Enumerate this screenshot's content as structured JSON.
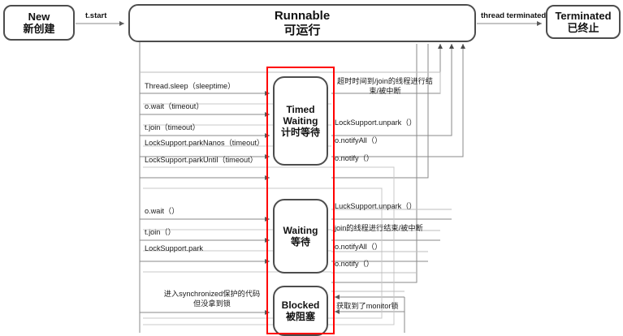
{
  "diagram": {
    "title_semantic": "java-thread-state-transition-diagram",
    "highlight_color": "#ff0000",
    "line_color": "#7a7a7a",
    "node_border_color": "#4d4d4d"
  },
  "states": {
    "new": {
      "en": "New",
      "zh": "新创建"
    },
    "runnable": {
      "en": "Runnable",
      "zh": "可运行"
    },
    "terminated": {
      "en": "Terminated",
      "zh": "已终止"
    },
    "timed_waiting": {
      "en": "Timed\nWaiting",
      "en_line1": "Timed",
      "en_line2": "Waiting",
      "zh": "计时等待"
    },
    "waiting": {
      "en": "Waiting",
      "zh": "等待"
    },
    "blocked": {
      "en": "Blocked",
      "zh": "被阻塞"
    }
  },
  "top_transitions": [
    {
      "id": "t-start",
      "label": "t.start",
      "from": "new",
      "to": "runnable"
    },
    {
      "id": "thread-terminated",
      "label": "thread terminated",
      "from": "runnable",
      "to": "terminated"
    }
  ],
  "enter_timed_waiting": [
    {
      "id": "thread-sleep",
      "label": "Thread.sleep（sleeptime）"
    },
    {
      "id": "o-wait-timeout",
      "label": "o.wait（timeout）"
    },
    {
      "id": "t-join-timeout",
      "label": "t.join（timeout）"
    },
    {
      "id": "parknanos-timeout",
      "label": "LockSupport.parkNanos（timeout）"
    },
    {
      "id": "parkuntil-timeout",
      "label": "LockSupport.parkUntil（timeout）"
    }
  ],
  "exit_timed_waiting": [
    {
      "id": "timeout-join-end",
      "label": "超时时间到/join的线程进行结束/被中断"
    },
    {
      "id": "locksupport-unpark",
      "label": "LockSupport.unpark（）"
    },
    {
      "id": "o-notifyall-timed",
      "label": "o.notifyAll（）"
    },
    {
      "id": "o-notify-timed",
      "label": "o.notify（）"
    }
  ],
  "enter_waiting": [
    {
      "id": "o-wait",
      "label": "o.wait（）"
    },
    {
      "id": "t-join",
      "label": "t.join（）"
    },
    {
      "id": "locksupport-park",
      "label": "LockSupport.park"
    }
  ],
  "exit_waiting": [
    {
      "id": "lucksupport-unpark",
      "label": "LuckSupport.unpark（）"
    },
    {
      "id": "join-thread-end",
      "label": "join的线程进行结束/被中断"
    },
    {
      "id": "o-notifyall",
      "label": "o.notifyAll（）"
    },
    {
      "id": "o-notify",
      "label": "o.notify（）"
    }
  ],
  "enter_blocked": [
    {
      "id": "enter-synchronized",
      "label": "进入synchronized保护的代码",
      "label_line2": "但没拿到锁"
    }
  ],
  "exit_blocked": [
    {
      "id": "acquired-monitor",
      "label": "获取到了monitor锁"
    }
  ]
}
